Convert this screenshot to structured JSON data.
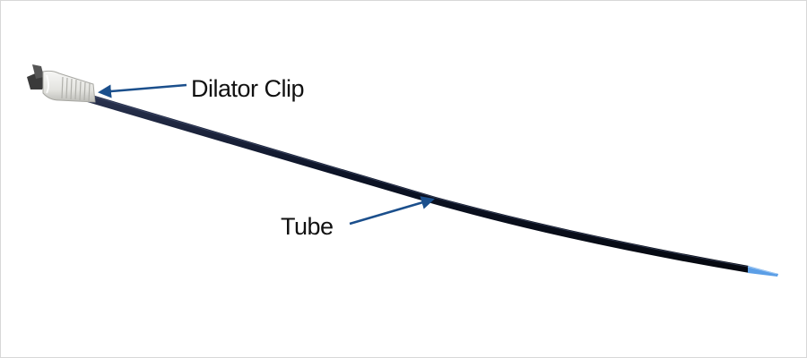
{
  "labels": {
    "dilator_clip": "Dilator Clip",
    "tube": "Tube"
  },
  "colors": {
    "tube": "#0c1326",
    "tip": "#5b9ee6",
    "clip": "#e9e9e6",
    "arrow": "#1b4f8c",
    "frame_border": "#d8d8d8"
  },
  "parts": [
    "dilator-clip",
    "tube",
    "tube-tip"
  ]
}
